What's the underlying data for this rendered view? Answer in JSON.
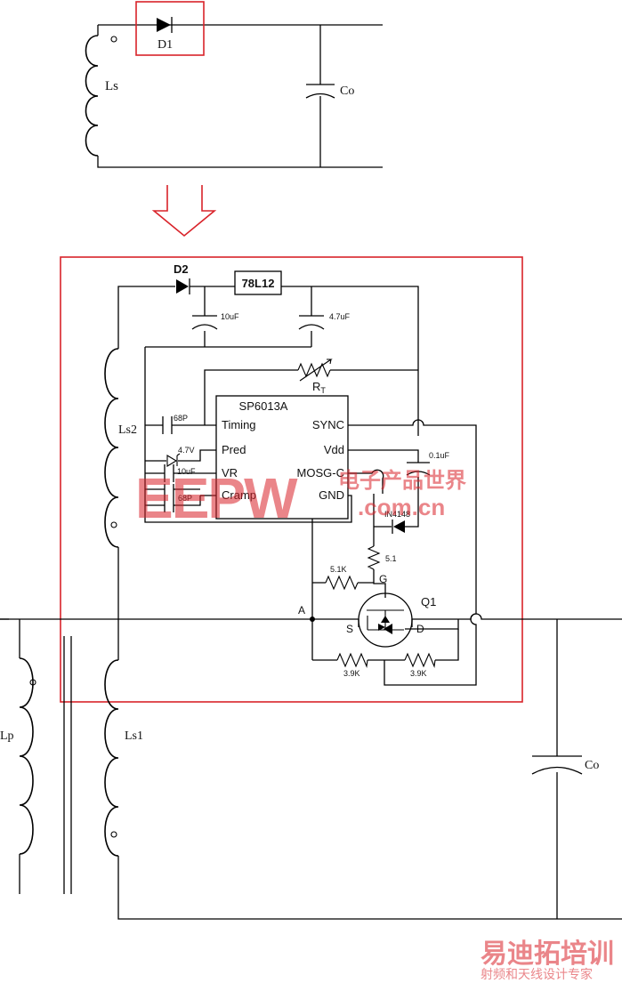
{
  "top_circuit": {
    "diode_label": "D1",
    "inductor_label": "Ls",
    "capacitor_label": "Co"
  },
  "sync_circuit": {
    "diode_label": "D2",
    "regulator_label": "78L12",
    "cap1_label": "10uF",
    "cap2_label": "4.7uF",
    "thermistor_label": "R",
    "thermistor_sub": "T",
    "ic_name": "SP6013A",
    "pins_left": [
      "Timing",
      "Pred",
      "VR",
      "Cramp"
    ],
    "pins_right": [
      "SYNC",
      "Vdd",
      "MOSG-C",
      "GND"
    ],
    "cap_timing_label": "68P",
    "zener_label": "4.7V",
    "cap_vr_label": "10uF",
    "cap_cramp_label": "68P",
    "cap_vdd_label": "0.1uF",
    "diode_small_label": "IN4148",
    "r_gate_label": "5.1",
    "r_pulldown_label": "5.1K",
    "gate_label": "G",
    "node_a_label": "A",
    "mosfet_label": "Q1",
    "source_label": "S",
    "drain_label": "D",
    "r_left_label": "3.9K",
    "r_right_label": "3.9K",
    "winding_label": "Ls2"
  },
  "transformer": {
    "primary_label": "Lp",
    "secondary_label": "Ls1",
    "output_cap_label": "Co"
  },
  "watermark": {
    "logo_text": "EEPW",
    "domain_text": ".com.cn",
    "cn_text": "电子产品世界",
    "brand_text": "易迪拓培训",
    "tagline_text": "射频和天线设计专家"
  },
  "colors": {
    "highlight": "#d9232a",
    "wire": "#000000"
  }
}
